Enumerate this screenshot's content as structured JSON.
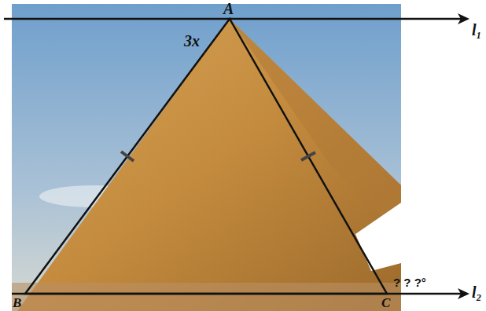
{
  "diagram": {
    "labels": [
      "A",
      "3x",
      "B",
      "C",
      "? ? ?°",
      "l₁",
      "l₂"
    ]
  }
}
